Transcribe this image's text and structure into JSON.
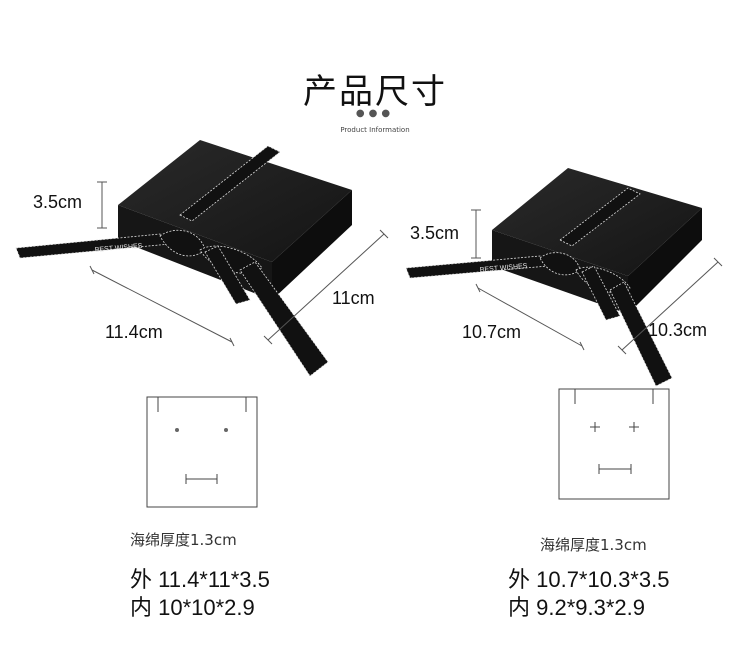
{
  "header": {
    "title": "产品尺寸",
    "dots": "●●●",
    "subtitle": "Product Information"
  },
  "ribbon_text": "BEST WISHES",
  "left_box": {
    "height_label": "3.5cm",
    "width_label": "11.4cm",
    "depth_label": "11cm",
    "sponge_label": "海绵厚度1.3cm",
    "outer_spec": "外 11.4*11*3.5",
    "inner_spec": "内 10*10*2.9"
  },
  "right_box": {
    "height_label": "3.5cm",
    "width_label": "10.7cm",
    "depth_label": "10.3cm",
    "sponge_label": "海绵厚度1.3cm",
    "outer_spec": "外 10.7*10.3*3.5",
    "inner_spec": "内 9.2*9.3*2.9"
  },
  "colors": {
    "box": "#1b1b1b",
    "box_side": "#0f0f0f",
    "ribbon": "#111111",
    "ribbon_text": "#e8e8e8",
    "line": "#555555"
  }
}
